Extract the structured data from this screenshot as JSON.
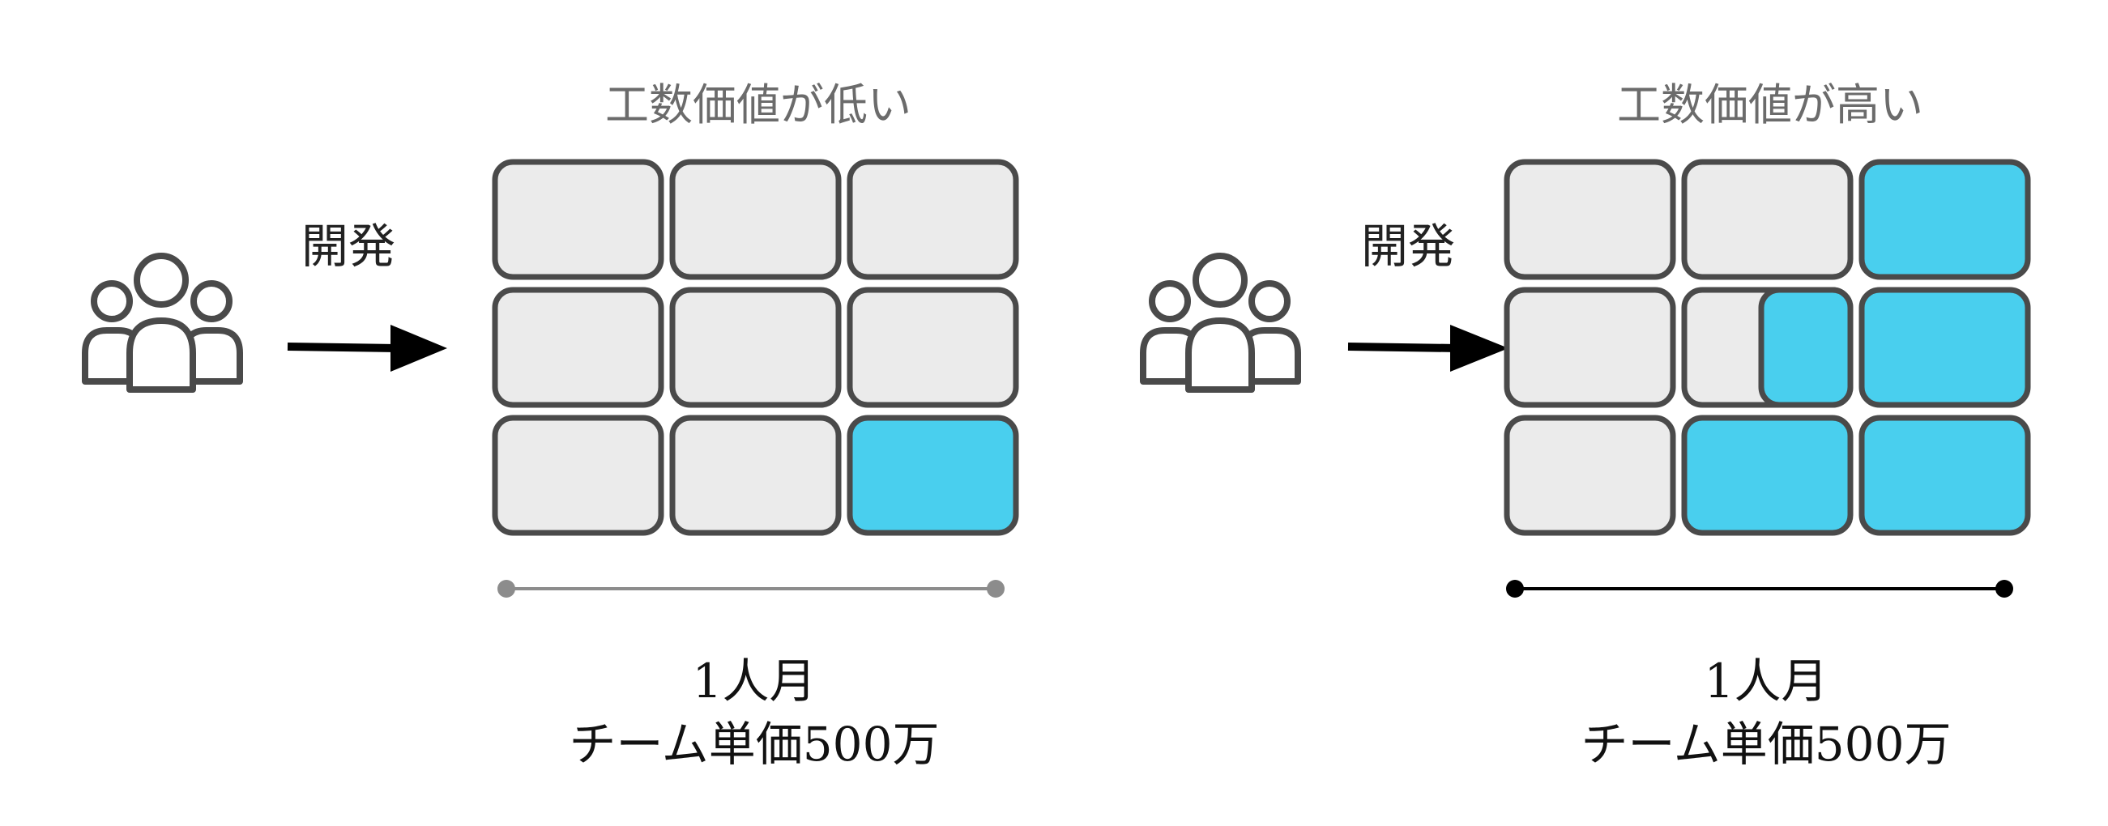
{
  "colors": {
    "cell_empty": "#ebebeb",
    "cell_filled": "#49cfee",
    "cell_stroke": "#4a4a4a",
    "icon_stroke": "#4a4a4a",
    "arrow": "#000000",
    "scale_line_low": "#8c8c8c",
    "scale_line_high": "#000000"
  },
  "icons": {
    "team": "team-icon"
  },
  "panels": [
    {
      "id": "low",
      "title": "工数価値が低い",
      "action_label": "開発",
      "caption_line1": "1人月",
      "caption_line2": "チーム単価500万",
      "grid_fill": [
        [
          0,
          0,
          0
        ],
        [
          0,
          0,
          0
        ],
        [
          0,
          0,
          1
        ]
      ]
    },
    {
      "id": "high",
      "title": "工数価値が高い",
      "action_label": "開発",
      "caption_line1": "1人月",
      "caption_line2": "チーム単価500万",
      "grid_fill": [
        [
          0,
          0,
          1
        ],
        [
          0,
          0.5,
          1
        ],
        [
          0,
          1,
          1
        ]
      ]
    }
  ]
}
